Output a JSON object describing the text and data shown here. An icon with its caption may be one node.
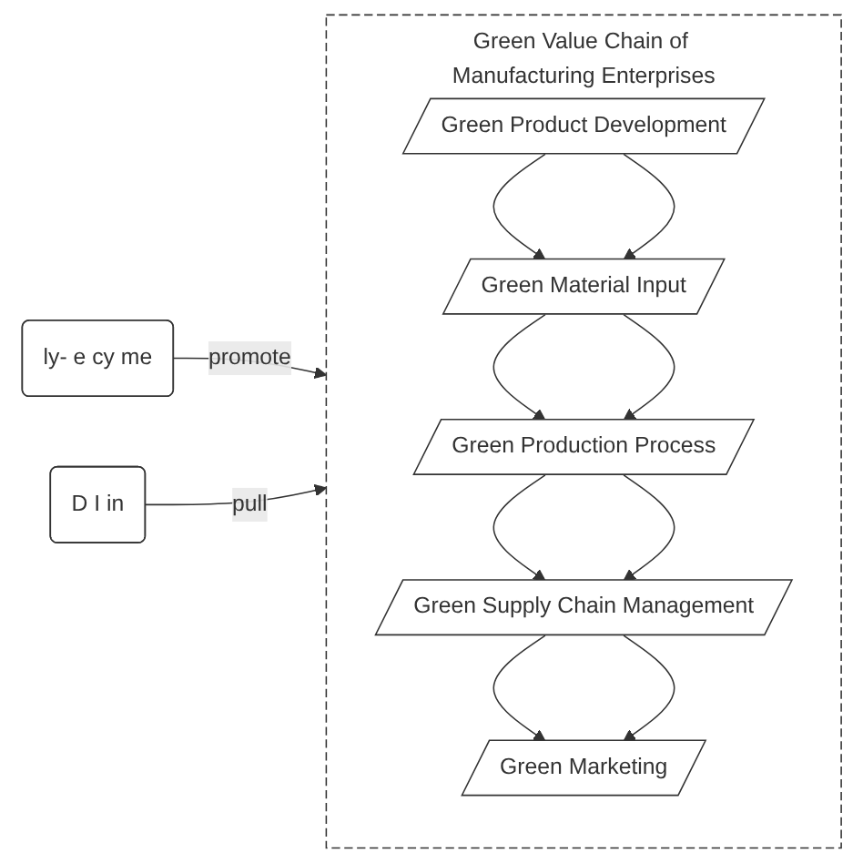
{
  "diagram": {
    "nodes": [
      {
        "text": [
          "Green Value Chain of Manufacturing Enterprises"
        ]
      },
      {
        "text": [
          "Green Product Development"
        ],
        "in": 0
      },
      {
        "text": [
          "Green Material Input"
        ],
        "in": 0
      },
      {
        "text": [
          "Green Production Process"
        ],
        "in": 0
      },
      {
        "text": [
          "Green Supply Chain Management"
        ],
        "in": 0
      },
      {
        "text": [
          "Green Marketing"
        ],
        "in": 0
      },
      {
        "text": [
          "ly- e cy me"
        ]
      },
      {
        "text": [
          "D I in"
        ]
      }
    ],
    "edges": [
      {
        "from": 1,
        "to": 2,
        "arrow": "to"
      },
      {
        "from": 1,
        "to": 2,
        "arrow": "to"
      },
      {
        "from": 2,
        "to": 3,
        "arrow": "to"
      },
      {
        "from": 2,
        "to": 3,
        "arrow": "to"
      },
      {
        "from": 3,
        "to": 4,
        "arrow": "to"
      },
      {
        "from": 3,
        "to": 4,
        "arrow": "to"
      },
      {
        "from": 4,
        "to": 5,
        "arrow": "to"
      },
      {
        "from": 4,
        "to": 5,
        "arrow": "to"
      },
      {
        "from": 6,
        "to": 0,
        "label": "promote",
        "arrow": "to"
      },
      {
        "from": 7,
        "to": 0,
        "label": "pull",
        "arrow": "to"
      }
    ]
  }
}
